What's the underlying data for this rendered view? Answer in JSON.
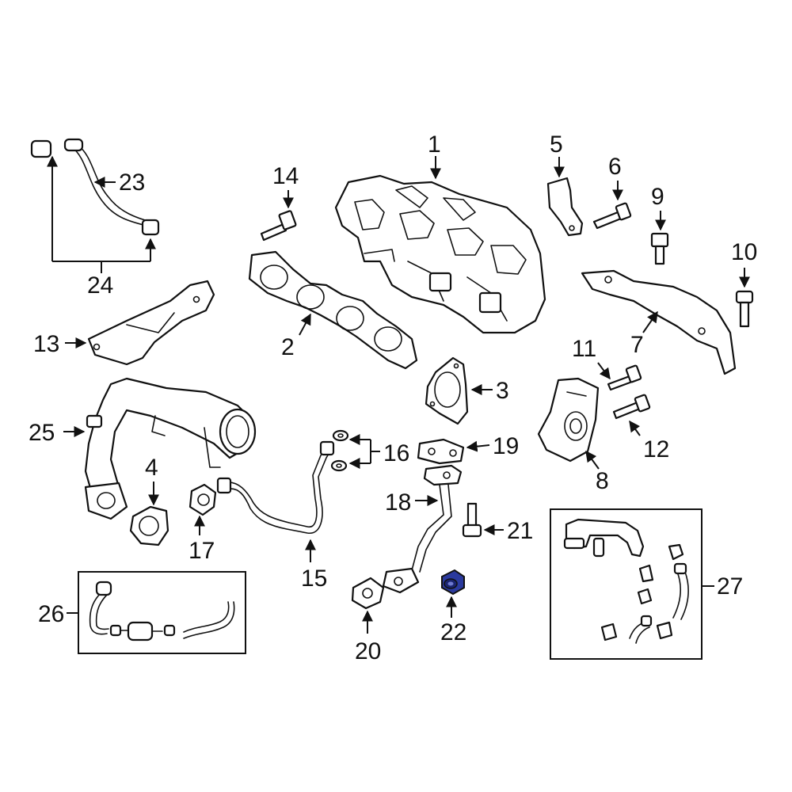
{
  "diagram": {
    "highlight_color": "#2b3a9e",
    "line_color": "#111111",
    "callouts": [
      "1",
      "2",
      "3",
      "4",
      "5",
      "6",
      "7",
      "8",
      "9",
      "10",
      "11",
      "12",
      "13",
      "14",
      "15",
      "16",
      "17",
      "18",
      "19",
      "20",
      "21",
      "22",
      "23",
      "24",
      "25",
      "26",
      "27"
    ],
    "highlighted_part": "22"
  }
}
